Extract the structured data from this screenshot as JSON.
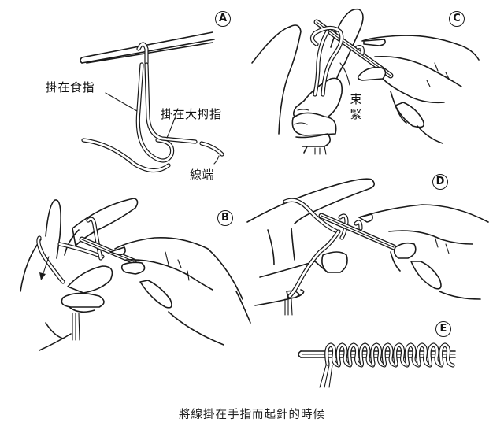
{
  "figure": {
    "caption": "將線掛在手指而起針的時候",
    "colors": {
      "line": "#1a1a1a",
      "background": "#ffffff"
    }
  },
  "steps": [
    {
      "id": "A",
      "badge": "A",
      "labels": {
        "index_finger": "掛在食指",
        "thumb": "掛在大拇指",
        "yarn_end": "線端"
      }
    },
    {
      "id": "B",
      "badge": "B",
      "annotations": {
        "arrow": "arrow-down-left"
      }
    },
    {
      "id": "C",
      "badge": "C",
      "labels": {
        "tighten": "束緊"
      },
      "tighten_chars": [
        "束",
        "緊"
      ]
    },
    {
      "id": "D",
      "badge": "D"
    },
    {
      "id": "E",
      "badge": "E",
      "stitch_count": 11
    }
  ]
}
